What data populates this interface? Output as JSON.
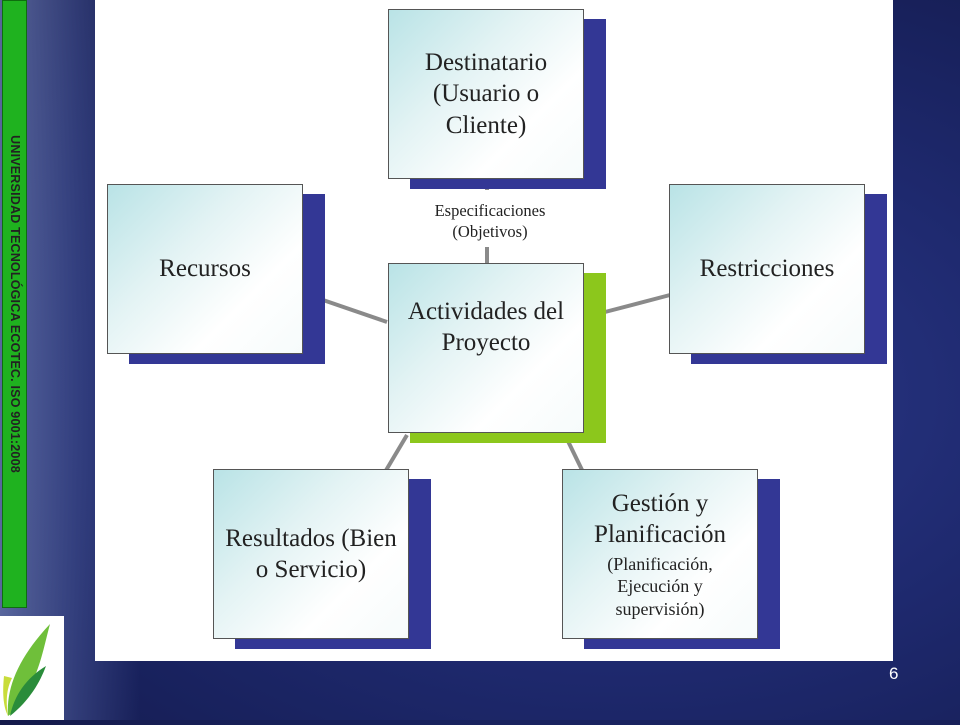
{
  "side_banner": {
    "text": "UNIVERSIDAD TECNOLÓGICA ECOTEC. ISO 9001:2008"
  },
  "page_number": "6",
  "diagram": {
    "center": {
      "title": "Actividades del Proyecto"
    },
    "nodes": {
      "destinatario": {
        "title": "Destinatario (Usuario o Cliente)"
      },
      "recursos": {
        "title": "Recursos"
      },
      "restricciones": {
        "title": "Restricciones"
      },
      "resultados": {
        "title": "Resultados (Bien o Servicio)"
      },
      "gestion": {
        "title": "Gestión y Planificación",
        "subtitle": "(Planificación, Ejecución y supervisión)"
      }
    },
    "edge_label": "Especificaciones (Objetivos)"
  },
  "colors": {
    "shadow_blue": "#333795",
    "shadow_green": "#8cc71c",
    "banner_green": "#1fb21f"
  }
}
